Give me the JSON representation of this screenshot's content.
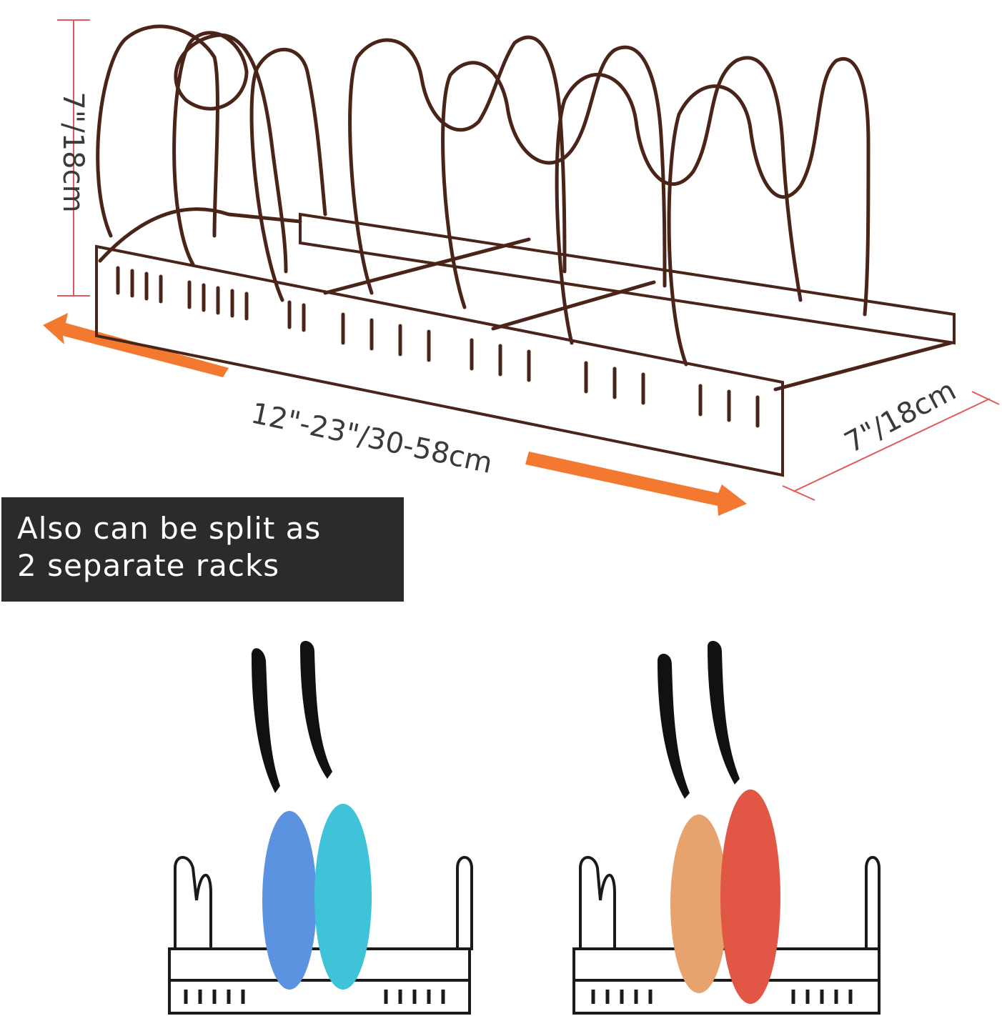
{
  "dimensions": {
    "height": "7\"/18cm",
    "length": "12\"-23\"/30-58cm",
    "depth": "7\"/18cm"
  },
  "banner": {
    "line1": "Also can be split as",
    "line2": "2 separate racks"
  },
  "colors": {
    "rack_main": "#4a2418",
    "rack_small": "#1a1a1a",
    "arrow": "#f26a1b",
    "dimension_line": "#e05a5a",
    "banner_bg": "#2b2b2b",
    "pan_blue": "#5b93e0",
    "pan_teal": "#3ec3d8",
    "pan_peach": "#e7a26e",
    "pan_red": "#e25645"
  }
}
